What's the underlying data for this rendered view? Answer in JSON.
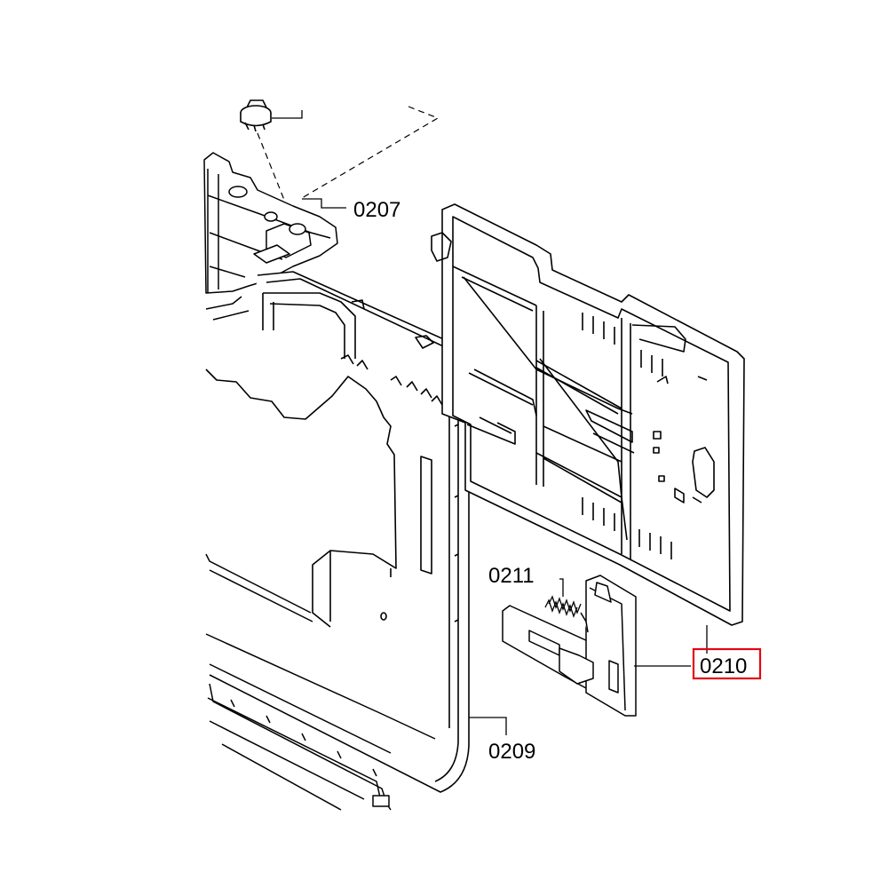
{
  "diagram": {
    "callouts": [
      {
        "id": "0207",
        "label": "0207"
      },
      {
        "id": "0209",
        "label": "0209"
      },
      {
        "id": "0210",
        "label": "0210"
      },
      {
        "id": "0211",
        "label": "0211"
      }
    ],
    "highlighted_callout": "0210",
    "colors": {
      "background": "#ffffff",
      "line": "#000000",
      "highlight": "#e30613"
    }
  }
}
